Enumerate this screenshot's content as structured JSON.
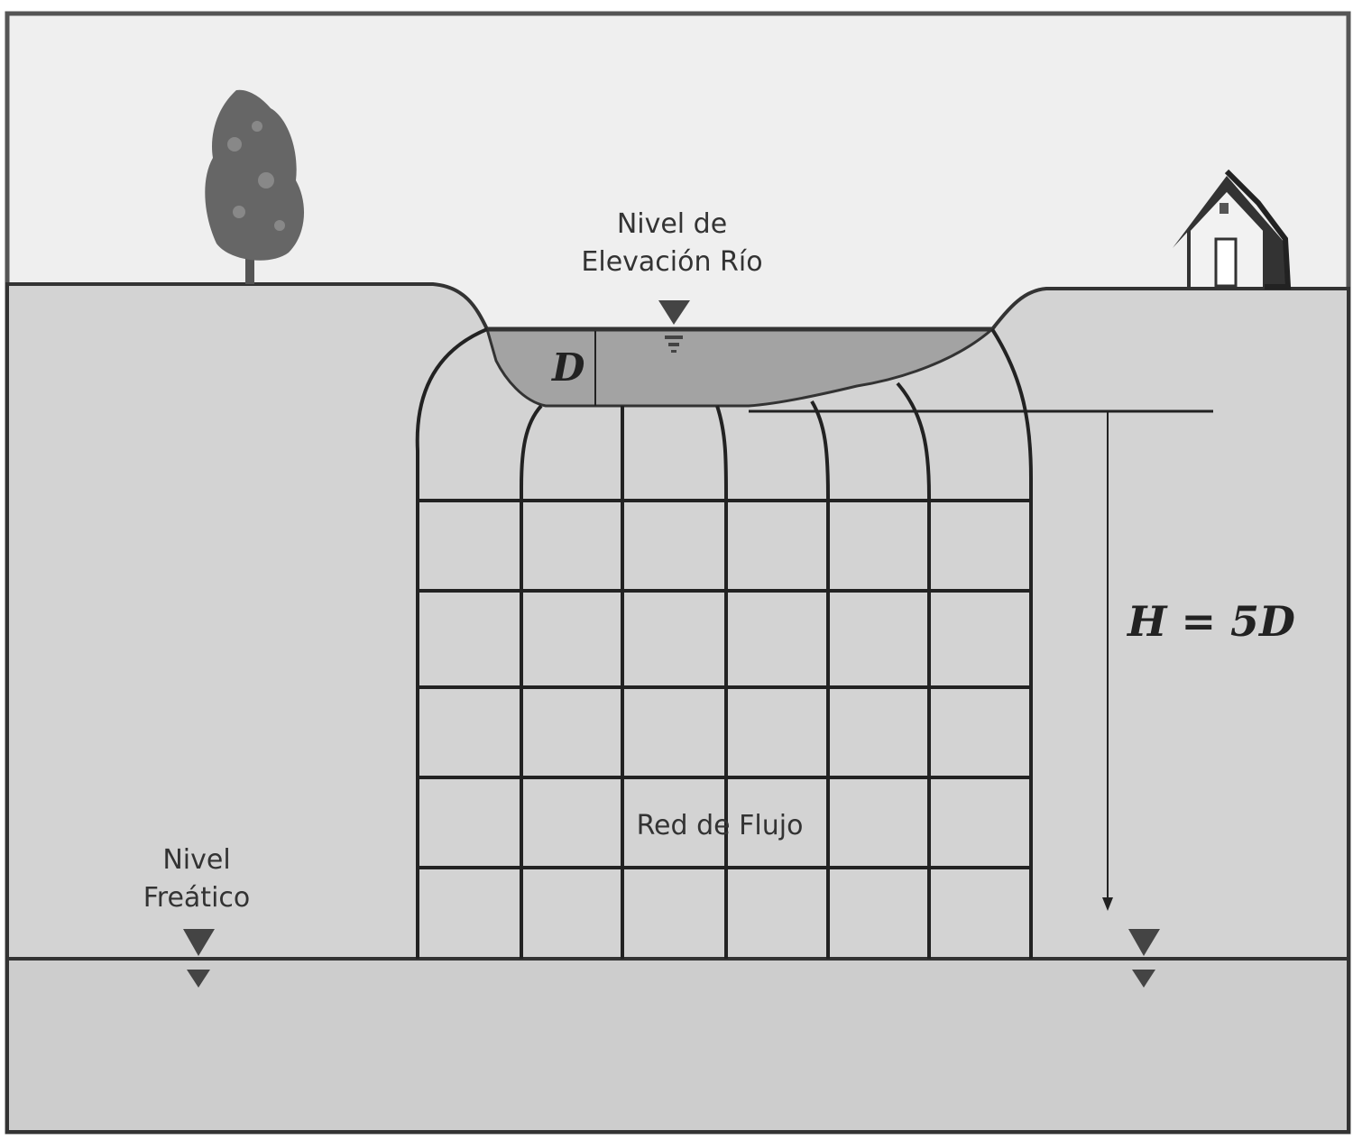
{
  "diagram": {
    "river_level_label": [
      "Nivel de",
      "Elevación Río"
    ],
    "depth_label": "D",
    "height_label": "H = 5D",
    "flow_net_label": "Red de Flujo",
    "water_table_label": [
      "Nivel",
      "Freático"
    ],
    "colors": {
      "sky": "#efefef",
      "soil": "#d3d3d3",
      "bottom_layer": "#cdcdcd",
      "river": "#a3a3a3",
      "lines": "#222222"
    }
  }
}
